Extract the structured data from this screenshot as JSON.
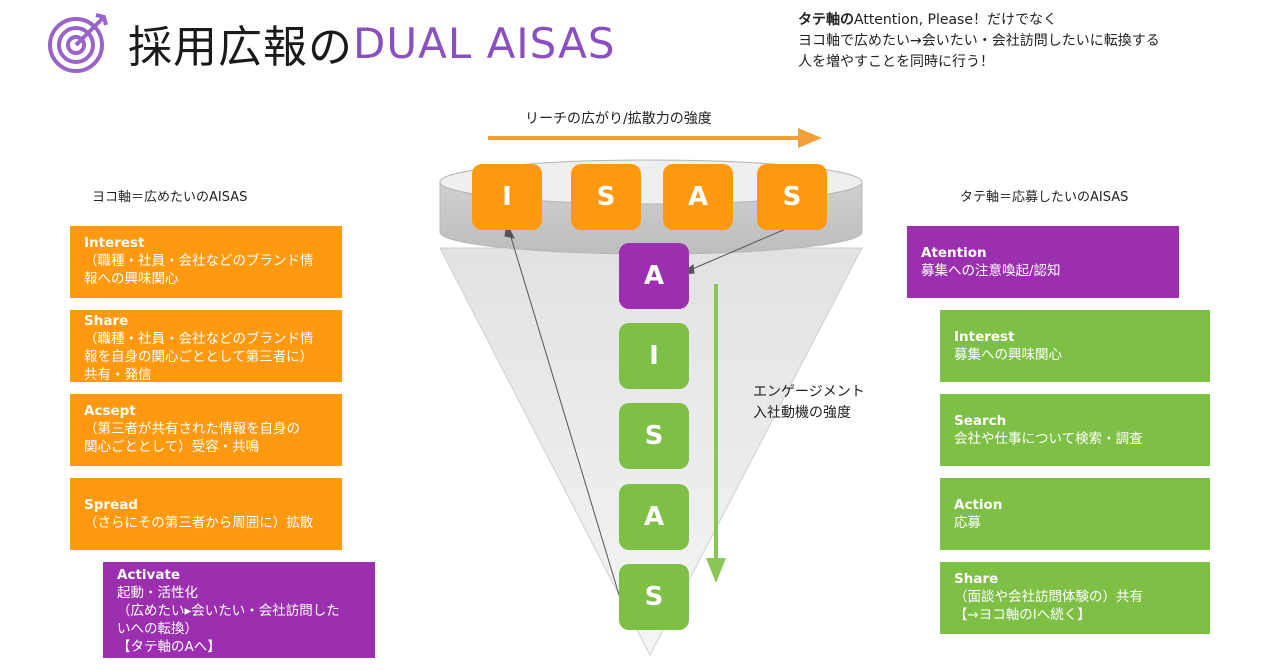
{
  "header": {
    "title_jp": "採用広報の",
    "title_en": "DUAL AISAS",
    "note_lines": [
      {
        "bold": "タテ軸の",
        "text": "Attention, Please！だけでなく"
      },
      {
        "bold": "",
        "text": "ヨコ軸で広めたい→会いたい・会社訪問したいに転換する"
      },
      {
        "bold": "",
        "text": "人を増やすことを同時に行う！"
      }
    ]
  },
  "left": {
    "title": "ヨコ軸＝広めたいのAISAS",
    "items": [
      {
        "heading": "Interest",
        "lines": [
          "（職種・社員・会社などのブランド情",
          "報への興味関心"
        ]
      },
      {
        "heading": "Share",
        "lines": [
          "（職種・社員・会社などのブランド情",
          "報を自身の関心ごととして第三者に）",
          "共有・発信"
        ]
      },
      {
        "heading": "Acsept",
        "lines": [
          "（第三者が共有された情報を自身の",
          "関心ごととして）受容・共鳴"
        ]
      },
      {
        "heading": "Spread",
        "lines": [
          "（さらにその第三者から周囲に）拡散"
        ]
      }
    ],
    "activate": {
      "heading": "Activate",
      "lines": [
        "起動・活性化",
        "（広めたい▸会いたい・会社訪問した",
        "いへの転換）",
        "【タテ軸のAへ】"
      ]
    }
  },
  "right": {
    "title": "タテ軸＝応募したいのAISAS",
    "attention": {
      "heading": "Atention",
      "lines": [
        "募集への注意喚起/認知"
      ]
    },
    "items": [
      {
        "heading": "Interest",
        "lines": [
          "募集への興味関心"
        ]
      },
      {
        "heading": "Search",
        "lines": [
          "会社や仕事について検索・調査"
        ]
      },
      {
        "heading": "Action",
        "lines": [
          "応募"
        ]
      },
      {
        "heading": "Share",
        "lines": [
          "（面談や会社訪問体験の）共有",
          "【→ヨコ軸のIへ続く】"
        ]
      }
    ]
  },
  "center": {
    "reach_label": "リーチの広がり/拡散力の強度",
    "engage_lines": [
      "エンゲージメント",
      "入社動機の強度"
    ],
    "horizontal_tiles": [
      "I",
      "S",
      "A",
      "S"
    ],
    "vertical_tiles": [
      "A",
      "I",
      "S",
      "A",
      "S"
    ]
  },
  "colors": {
    "orange": "#ff9a10",
    "purple": "#9b2fb0",
    "green": "#7ec045",
    "accent_title": "#8a4fc0"
  },
  "icons": [
    "target-icon"
  ]
}
